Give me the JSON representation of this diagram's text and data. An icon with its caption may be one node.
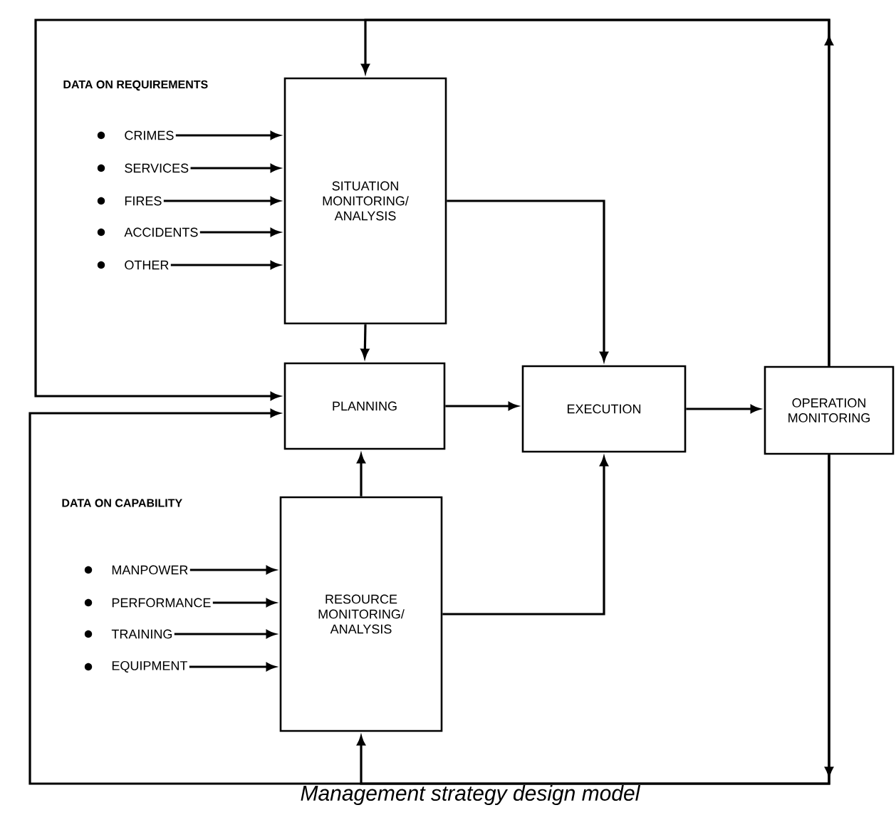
{
  "diagram": {
    "caption": "Management strategy design model",
    "nodes": [
      {
        "text": [
          "SITUATION MONITORING/ ANALYSIS"
        ]
      },
      {
        "text": [
          "PLANNING"
        ]
      },
      {
        "text": [
          "EXECUTION"
        ]
      },
      {
        "text": [
          "OPERATION MONITORING"
        ]
      },
      {
        "text": [
          "RESOURCE MONITORING/ ANALYSIS"
        ]
      },
      {
        "text": [
          "CRIMES"
        ]
      },
      {
        "text": [
          "SERVICES"
        ]
      },
      {
        "text": [
          "FIRES"
        ]
      },
      {
        "text": [
          "ACCIDENTS"
        ]
      },
      {
        "text": [
          "OTHER"
        ]
      },
      {
        "text": [
          "MANPOWER"
        ]
      },
      {
        "text": [
          "PERFORMANCE"
        ]
      },
      {
        "text": [
          "TRAINING"
        ]
      },
      {
        "text": [
          "EQUIPMENT"
        ]
      }
    ],
    "edges": [
      {
        "from": 5,
        "to": 0,
        "arrow": "to"
      },
      {
        "from": 6,
        "to": 0,
        "arrow": "to"
      },
      {
        "from": 7,
        "to": 0,
        "arrow": "to"
      },
      {
        "from": 8,
        "to": 0,
        "arrow": "to"
      },
      {
        "from": 9,
        "to": 0,
        "arrow": "to"
      },
      {
        "from": 10,
        "to": 4,
        "arrow": "to"
      },
      {
        "from": 11,
        "to": 4,
        "arrow": "to"
      },
      {
        "from": 12,
        "to": 4,
        "arrow": "to"
      },
      {
        "from": 13,
        "to": 4,
        "arrow": "to"
      },
      {
        "from": 0,
        "to": 1,
        "arrow": "to"
      },
      {
        "from": 0,
        "to": 2,
        "arrow": "to"
      },
      {
        "from": 4,
        "to": 1,
        "arrow": "to"
      },
      {
        "from": 4,
        "to": 2,
        "arrow": "to"
      },
      {
        "from": 1,
        "to": 2,
        "arrow": "to"
      },
      {
        "from": 2,
        "to": 3,
        "arrow": "to"
      },
      {
        "from": 3,
        "to": 0,
        "arrow": "to"
      },
      {
        "from": 3,
        "to": 1,
        "arrow": "to"
      },
      {
        "from": 3,
        "to": 1,
        "arrow": "to"
      },
      {
        "from": 3,
        "to": 4,
        "arrow": "to"
      }
    ],
    "labels": [
      "DATA ON REQUIREMENTS",
      "DATA ON CAPABILITY"
    ]
  }
}
